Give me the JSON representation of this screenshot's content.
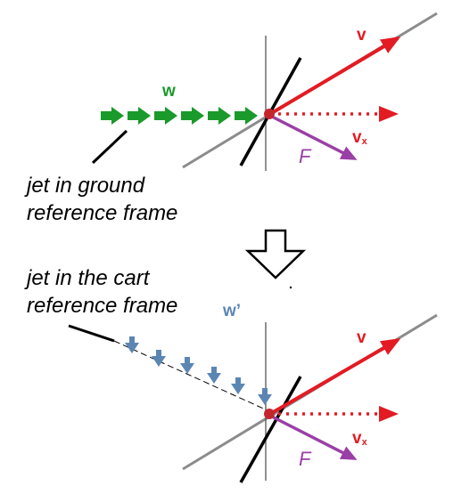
{
  "labels": {
    "w": "w",
    "w_prime": "w’",
    "v": "v",
    "vx_main": "v",
    "vx_sub": "x",
    "force": "F"
  },
  "captions": {
    "ground_line1": "jet in ground",
    "ground_line2": "reference frame",
    "cart_line1": "jet in the cart",
    "cart_line2": "reference frame"
  },
  "colors": {
    "jet_ground": "#1a9a2a",
    "jet_cart": "#5b86b4",
    "velocity": "#e31b23",
    "force": "#9a3fa6",
    "sail": "#000000",
    "track": "#8c8c8c",
    "axis": "#555555"
  }
}
